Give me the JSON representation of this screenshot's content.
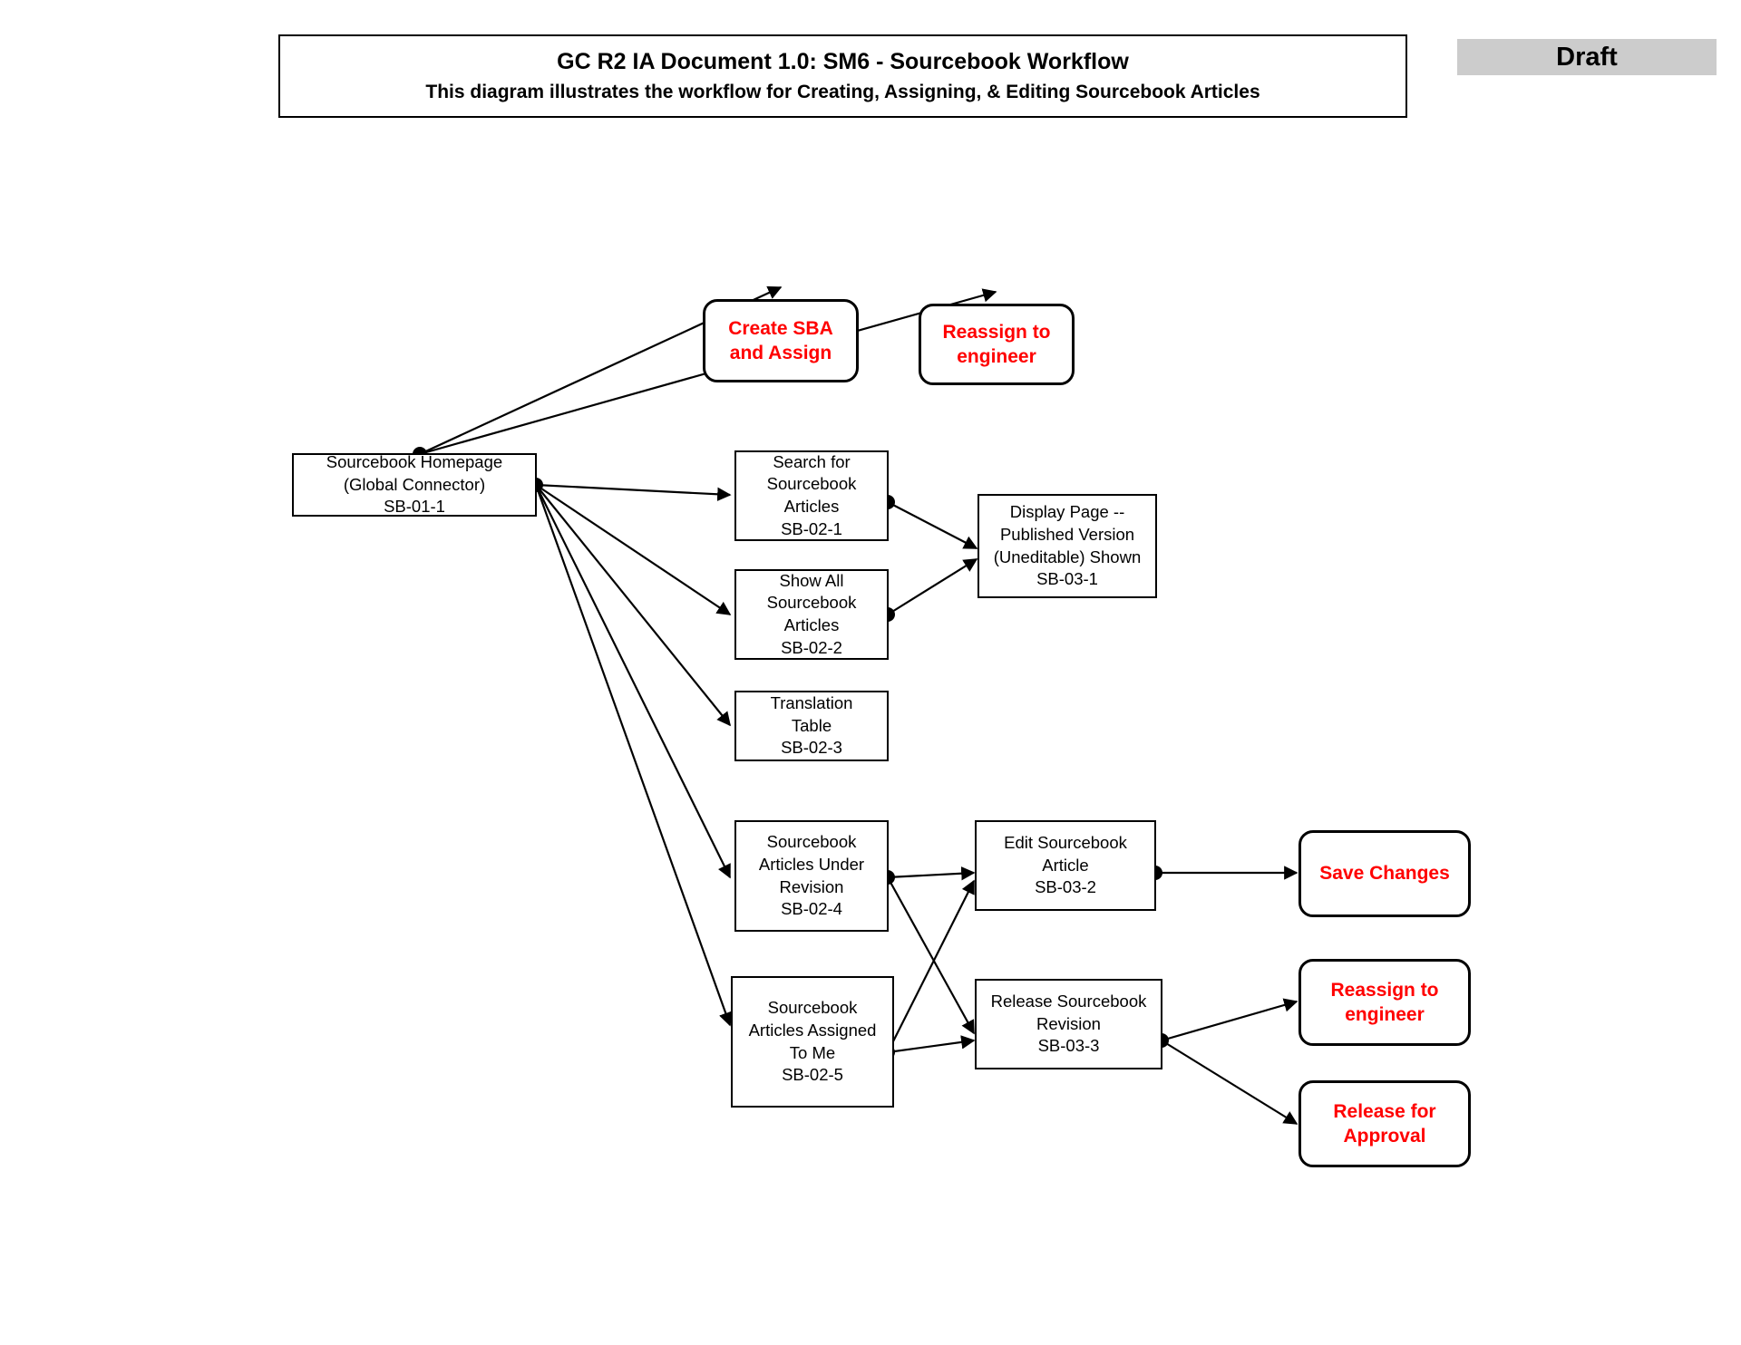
{
  "header": {
    "title_main": "GC R2 IA Document 1.0: SM6 - Sourcebook Workflow",
    "title_sub": "This diagram illustrates the workflow for Creating, Assigning, & Editing Sourcebook Articles",
    "status_badge": "Draft",
    "badge_bg": "#cccccc"
  },
  "colors": {
    "action_text": "#ff0000",
    "node_text": "#000000",
    "stroke": "#000000",
    "background": "#ffffff"
  },
  "nodes": {
    "homepage": {
      "l1": "Sourcebook Homepage",
      "l2": "(Global Connector)",
      "l3": "SB-01-1"
    },
    "search": {
      "l1": "Search for",
      "l2": "Sourcebook",
      "l3": "Articles",
      "l4": "SB-02-1"
    },
    "showall": {
      "l1": "Show All",
      "l2": "Sourcebook",
      "l3": "Articles",
      "l4": "SB-02-2"
    },
    "translation": {
      "l1": "Translation",
      "l2": "Table",
      "l3": "SB-02-3"
    },
    "underrevision": {
      "l1": "Sourcebook",
      "l2": "Articles Under",
      "l3": "Revision",
      "l4": "SB-02-4"
    },
    "assignedtome": {
      "l1": "Sourcebook",
      "l2": "Articles Assigned",
      "l3": "To Me",
      "l4": "SB-02-5"
    },
    "displaypage": {
      "l1": "Display Page --",
      "l2": "Published Version",
      "l3": "(Uneditable) Shown",
      "l4": "SB-03-1"
    },
    "editarticle": {
      "l1": "Edit Sourcebook",
      "l2": "Article",
      "l3": "SB-03-2"
    },
    "releaserevision": {
      "l1": "Release Sourcebook",
      "l2": "Revision",
      "l3": "SB-03-3"
    }
  },
  "actions": {
    "create_sba": {
      "l1": "Create SBA",
      "l2": "and Assign"
    },
    "reassign_top": {
      "l1": "Reassign to",
      "l2": "engineer"
    },
    "save_changes": {
      "l1": "Save Changes"
    },
    "reassign_bottom": {
      "l1": "Reassign to",
      "l2": "engineer"
    },
    "release_approval": {
      "l1": "Release for",
      "l2": "Approval"
    }
  }
}
